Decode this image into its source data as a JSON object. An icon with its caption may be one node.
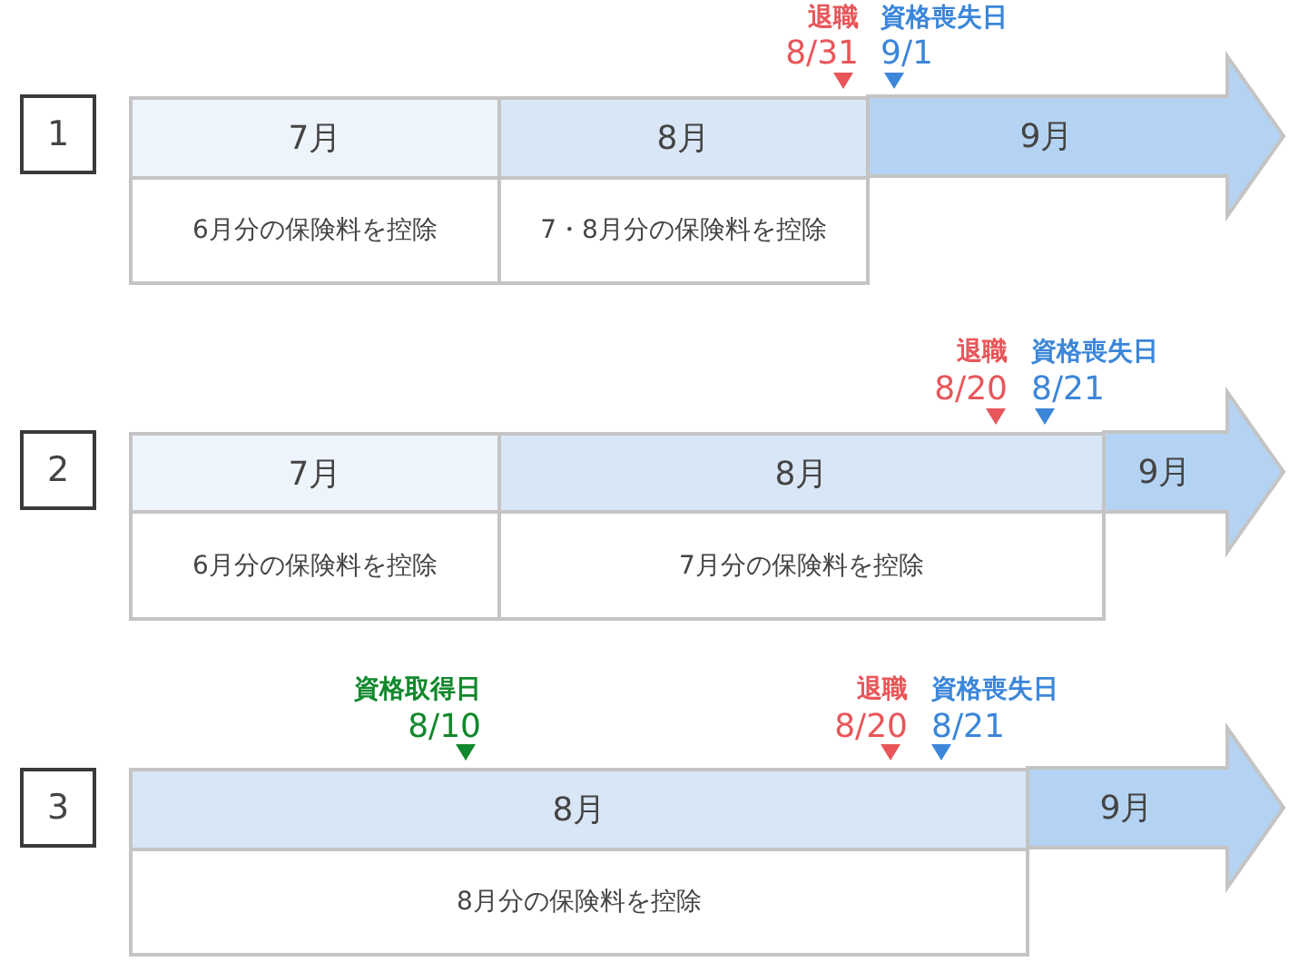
{
  "diagram": {
    "nodes": [
      {
        "text": [
          "1"
        ]
      },
      {
        "text": [
          "7月"
        ]
      },
      {
        "text": [
          "8月"
        ]
      },
      {
        "text": [
          "9月"
        ]
      },
      {
        "text": [
          "6月分の保険料を控除"
        ]
      },
      {
        "text": [
          "7・8月分の保険料を控除"
        ]
      },
      {
        "text": [
          "2"
        ]
      },
      {
        "text": [
          "7月"
        ]
      },
      {
        "text": [
          "8月"
        ]
      },
      {
        "text": [
          "9月"
        ]
      },
      {
        "text": [
          "6月分の保険料を控除"
        ]
      },
      {
        "text": [
          "7月分の保険料を控除"
        ]
      },
      {
        "text": [
          "3"
        ]
      },
      {
        "text": [
          "8月"
        ]
      },
      {
        "text": [
          "9月"
        ]
      },
      {
        "text": [
          "8月分の保険料を控除"
        ]
      }
    ],
    "labels": [
      "退職",
      "8/31",
      "資格喪失日",
      "9/1",
      "退職",
      "8/20",
      "資格喪失日",
      "8/21",
      "資格取得日",
      "8/10",
      "退職",
      "8/20",
      "資格喪失日",
      "8/21"
    ]
  }
}
